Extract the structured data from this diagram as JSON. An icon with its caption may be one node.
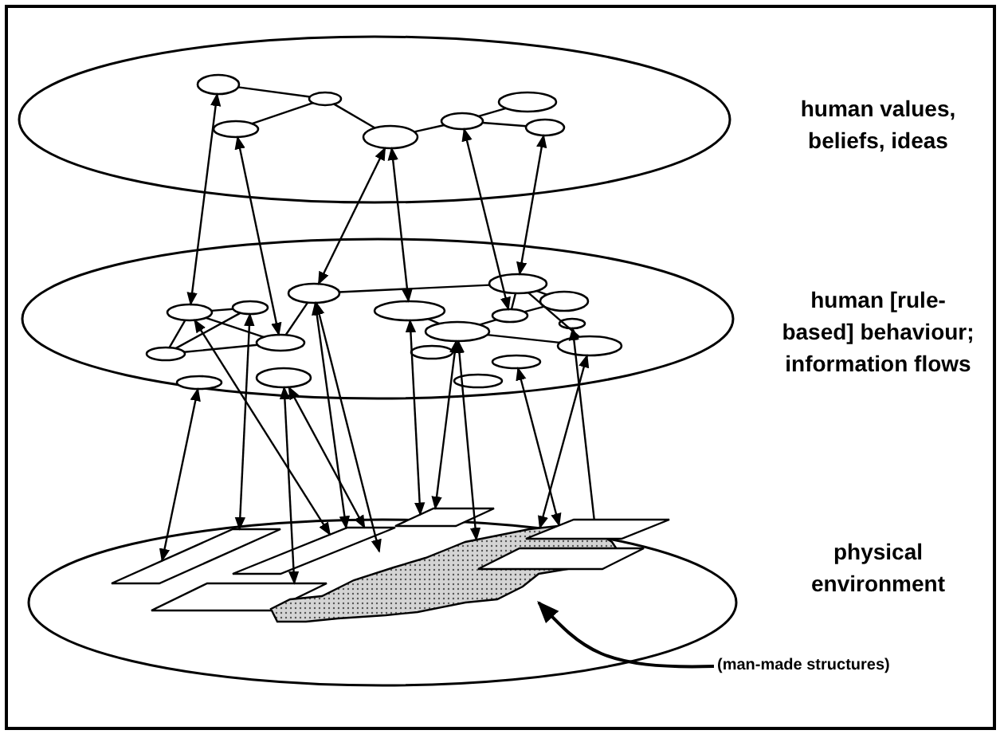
{
  "diagram": {
    "nodes": [
      {
        "text": [
          "human values, beliefs, ideas"
        ]
      },
      {
        "text": [
          "human [rule-based] behaviour; information flows"
        ]
      },
      {
        "text": [
          "physical environment"
        ]
      },
      {
        "text": [],
        "shape": "ellipse",
        "in": 0
      },
      {
        "text": [],
        "shape": "ellipse",
        "in": 0
      },
      {
        "text": [],
        "shape": "ellipse",
        "in": 0
      },
      {
        "text": [],
        "shape": "ellipse",
        "in": 0
      },
      {
        "text": [],
        "shape": "ellipse",
        "in": 0
      },
      {
        "text": [],
        "shape": "ellipse",
        "in": 0
      },
      {
        "text": [],
        "shape": "ellipse",
        "in": 0
      },
      {
        "text": [],
        "shape": "ellipse",
        "in": 1
      },
      {
        "text": [],
        "shape": "ellipse",
        "in": 1
      },
      {
        "text": [],
        "shape": "ellipse",
        "in": 1
      },
      {
        "text": [],
        "shape": "ellipse",
        "in": 1
      },
      {
        "text": [],
        "shape": "ellipse",
        "in": 1
      },
      {
        "text": [],
        "shape": "ellipse",
        "in": 1
      },
      {
        "text": [],
        "shape": "ellipse",
        "in": 1
      },
      {
        "text": [],
        "shape": "ellipse",
        "in": 1
      },
      {
        "text": [],
        "shape": "ellipse",
        "in": 1
      },
      {
        "text": [],
        "shape": "ellipse",
        "in": 1
      },
      {
        "text": [],
        "shape": "ellipse",
        "in": 1
      },
      {
        "text": [],
        "shape": "ellipse",
        "in": 1
      },
      {
        "text": [],
        "shape": "ellipse",
        "in": 1
      },
      {
        "text": [],
        "shape": "ellipse",
        "in": 1
      },
      {
        "text": [],
        "shape": "ellipse",
        "in": 1
      },
      {
        "text": [],
        "shape": "ellipse",
        "in": 1
      },
      {
        "text": [],
        "shape": "ellipse",
        "in": 1
      },
      {
        "text": [],
        "shape": "parallelogram",
        "in": 2
      },
      {
        "text": [],
        "shape": "parallelogram",
        "in": 2
      },
      {
        "text": [],
        "shape": "parallelogram",
        "in": 2
      },
      {
        "text": [],
        "shape": "parallelogram",
        "in": 2
      },
      {
        "text": [],
        "shape": "parallelogram",
        "in": 2
      },
      {
        "text": [],
        "shape": "parallelogram",
        "in": 2
      },
      {
        "text": [],
        "shape": "blob",
        "in": 2
      },
      {
        "text": [
          "(man-made structures)"
        ]
      }
    ],
    "edges": [
      {
        "from": 34,
        "to": 33,
        "arrow": "to"
      },
      {
        "from": 3,
        "to": 4,
        "arrow": "none"
      },
      {
        "from": 4,
        "to": 6,
        "arrow": "none"
      },
      {
        "from": 5,
        "to": 4,
        "arrow": "none"
      },
      {
        "from": 6,
        "to": 7,
        "arrow": "none"
      },
      {
        "from": 7,
        "to": 9,
        "arrow": "none"
      },
      {
        "from": 7,
        "to": 8,
        "arrow": "none"
      },
      {
        "from": 11,
        "to": 12,
        "arrow": "none"
      },
      {
        "from": 11,
        "to": 14,
        "arrow": "none"
      },
      {
        "from": 11,
        "to": 13,
        "arrow": "none"
      },
      {
        "from": 12,
        "to": 14,
        "arrow": "none"
      },
      {
        "from": 10,
        "to": 13,
        "arrow": "none"
      },
      {
        "from": 10,
        "to": 16,
        "arrow": "none"
      },
      {
        "from": 15,
        "to": 19,
        "arrow": "none"
      },
      {
        "from": 19,
        "to": 18,
        "arrow": "none"
      },
      {
        "from": 16,
        "to": 18,
        "arrow": "none"
      },
      {
        "from": 16,
        "to": 21,
        "arrow": "none"
      },
      {
        "from": 19,
        "to": 21,
        "arrow": "none"
      },
      {
        "from": 14,
        "to": 13,
        "arrow": "none"
      },
      {
        "from": 18,
        "to": 17,
        "arrow": "none"
      },
      {
        "from": 16,
        "to": 17,
        "arrow": "none"
      },
      {
        "from": 3,
        "to": 11,
        "arrow": "both"
      },
      {
        "from": 5,
        "to": 13,
        "arrow": "both"
      },
      {
        "from": 6,
        "to": 10,
        "arrow": "both"
      },
      {
        "from": 6,
        "to": 15,
        "arrow": "both"
      },
      {
        "from": 7,
        "to": 18,
        "arrow": "both"
      },
      {
        "from": 9,
        "to": 16,
        "arrow": "both"
      },
      {
        "from": 24,
        "to": 27,
        "arrow": "both"
      },
      {
        "from": 12,
        "to": 27,
        "arrow": "both"
      },
      {
        "from": 25,
        "to": 29,
        "arrow": "both"
      },
      {
        "from": 25,
        "to": 28,
        "arrow": "both"
      },
      {
        "from": 10,
        "to": 28,
        "arrow": "both"
      },
      {
        "from": 10,
        "to": 33,
        "arrow": "both"
      },
      {
        "from": 15,
        "to": 30,
        "arrow": "both"
      },
      {
        "from": 19,
        "to": 30,
        "arrow": "both"
      },
      {
        "from": 19,
        "to": 33,
        "arrow": "both"
      },
      {
        "from": 23,
        "to": 32,
        "arrow": "both"
      },
      {
        "from": 21,
        "to": 33,
        "arrow": "both"
      },
      {
        "from": 20,
        "to": 33,
        "arrow": "both"
      },
      {
        "from": 11,
        "to": 28,
        "arrow": "both"
      }
    ]
  }
}
